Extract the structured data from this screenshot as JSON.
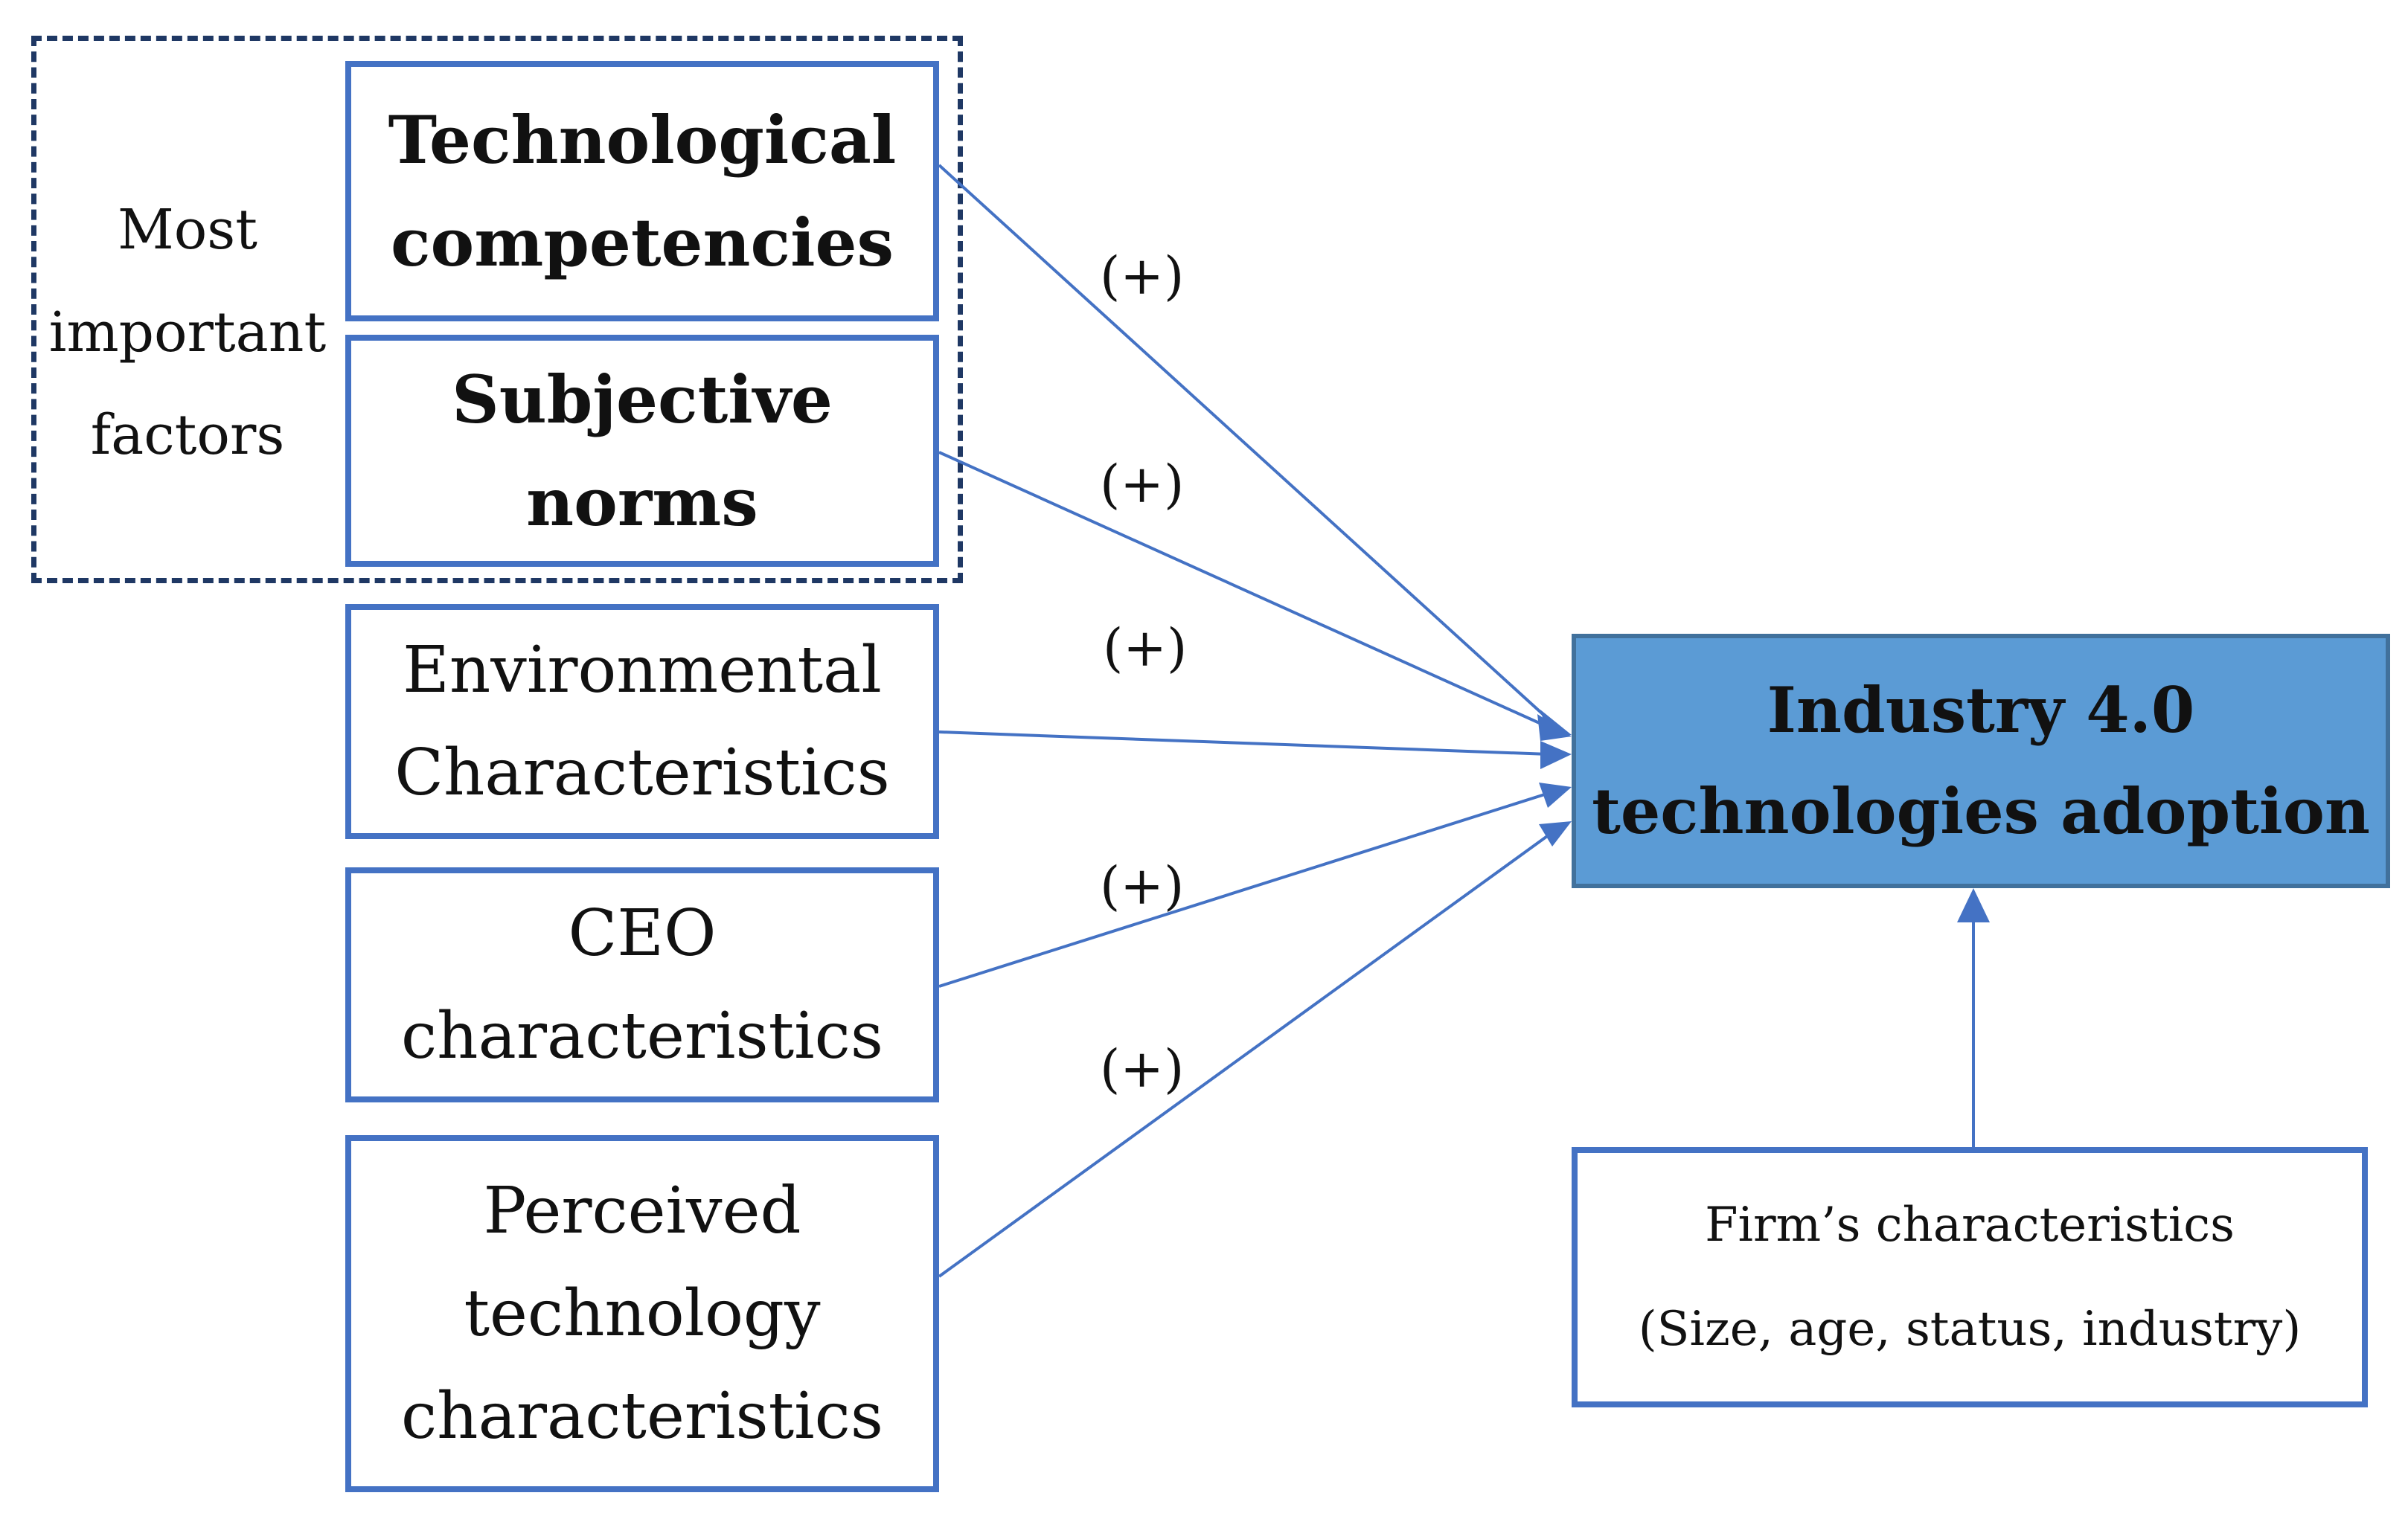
{
  "group": {
    "label_lines": [
      "Most",
      "important",
      "factors"
    ]
  },
  "factors": [
    {
      "lines": [
        "Technological",
        "competencies"
      ],
      "bold": true
    },
    {
      "lines": [
        "Subjective",
        "norms"
      ],
      "bold": true
    },
    {
      "lines": [
        "Environmental",
        "Characteristics"
      ],
      "bold": false
    },
    {
      "lines": [
        "CEO",
        "characteristics"
      ],
      "bold": false
    },
    {
      "lines": [
        "Perceived",
        "technology",
        "characteristics"
      ],
      "bold": false
    }
  ],
  "effect_signs": [
    "(+)",
    "(+)",
    "(+)",
    "(+)",
    "(+)"
  ],
  "outcome": {
    "lines": [
      "Industry 4.0",
      "technologies adoption"
    ]
  },
  "control": {
    "lines": [
      "Firm’s characteristics",
      "(Size, age, status, industry)"
    ]
  },
  "colors": {
    "box_border": "#4472c4",
    "dashed_border": "#1f3864",
    "outcome_fill": "#5b9bd5",
    "arrow": "#4472c4"
  }
}
